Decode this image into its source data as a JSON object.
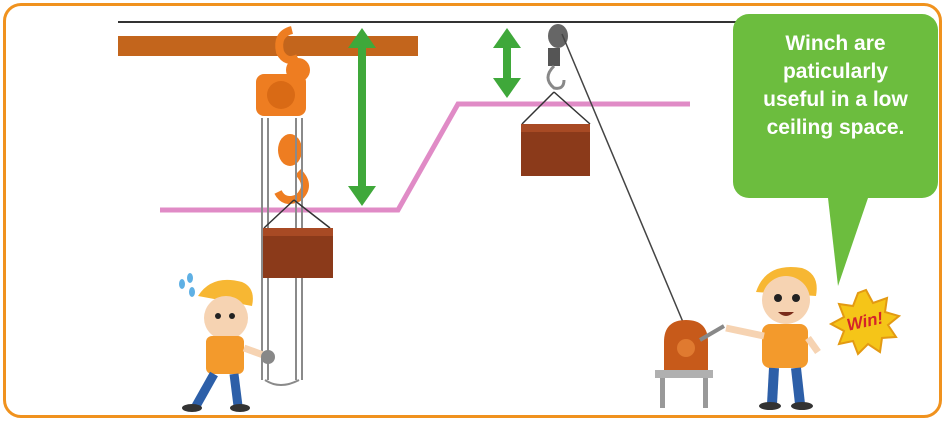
{
  "speech_bubble": {
    "lines": [
      "Winch are",
      "paticularly",
      "useful in a low",
      "ceiling space."
    ]
  },
  "badge": {
    "label": "Win!"
  },
  "colors": {
    "frame": "#f0921e",
    "bubble": "#6cbd3e",
    "beam": "#c3651c",
    "ceiling_line": "#e08bc6",
    "arrow": "#3fa83a",
    "load": "#8b3a1a",
    "hoist": "#ee7d21",
    "chain": "#8a8a8a"
  },
  "icons": [
    "chain-hoist-icon",
    "winch-icon",
    "worker-icon",
    "hook-icon",
    "pulley-icon",
    "sweat-drops-icon"
  ]
}
